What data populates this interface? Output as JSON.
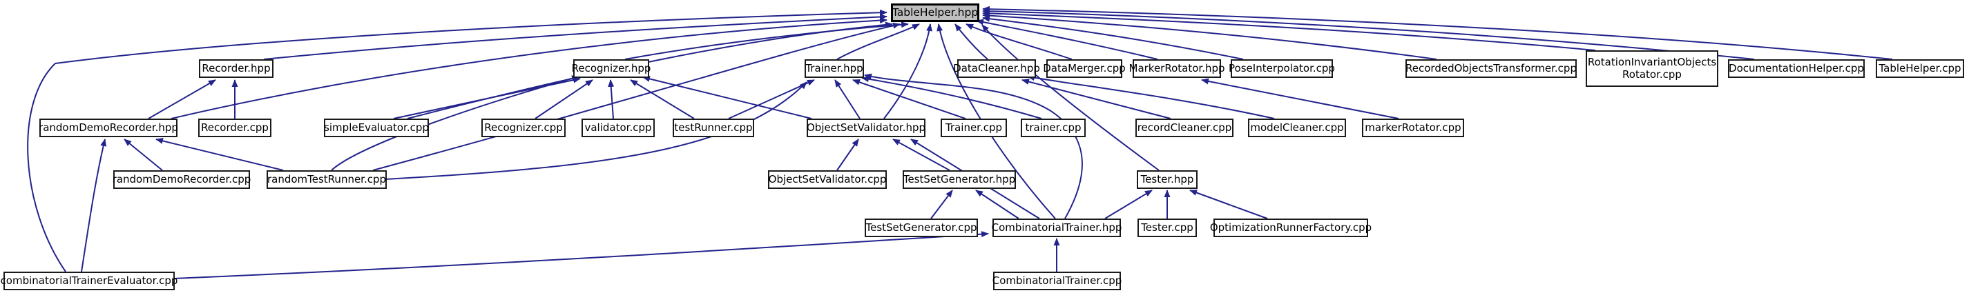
{
  "diagram": {
    "type": "include-dependency-graph",
    "root": "TableHelper.hpp",
    "edge_color": "#23238c",
    "root_fill": "#bfbfbf",
    "node_fill": "#ffffff",
    "node_border": "#1a1a1a"
  },
  "nodes": {
    "root": {
      "label": "TableHelper.hpp"
    },
    "recorderHpp": {
      "label": "Recorder.hpp"
    },
    "recognizerHpp": {
      "label": "Recognizer.hpp"
    },
    "trainerHpp": {
      "label": "Trainer.hpp"
    },
    "dataCleanerHpp": {
      "label": "DataCleaner.hpp"
    },
    "dataMergerCpp": {
      "label": "DataMerger.cpp"
    },
    "markerRotatorHpp": {
      "label": "MarkerRotator.hpp"
    },
    "poseInterpolatorCpp": {
      "label": "PoseInterpolator.cpp"
    },
    "recordedObjectsTransformerCpp": {
      "label": "RecordedObjectsTransformer.cpp"
    },
    "rotationInvariantObjectsRotatorCpp": {
      "label": "RotationInvariantObjects\nRotator.cpp"
    },
    "documentationHelperCpp": {
      "label": "DocumentationHelper.cpp"
    },
    "tableHelperCpp": {
      "label": "TableHelper.cpp"
    },
    "randomDemoRecorderHpp": {
      "label": "randomDemoRecorder.hpp"
    },
    "recorderCpp": {
      "label": "Recorder.cpp"
    },
    "simpleEvaluatorCpp": {
      "label": "simpleEvaluator.cpp"
    },
    "recognizerCpp": {
      "label": "Recognizer.cpp"
    },
    "validatorCpp": {
      "label": "validator.cpp"
    },
    "testRunnerCpp": {
      "label": "testRunner.cpp"
    },
    "objectSetValidatorHpp": {
      "label": "ObjectSetValidator.hpp"
    },
    "trainerCpp": {
      "label": "Trainer.cpp"
    },
    "trainerCpp2": {
      "label": "trainer.cpp"
    },
    "recordCleanerCpp": {
      "label": "recordCleaner.cpp"
    },
    "modelCleanerCpp": {
      "label": "modelCleaner.cpp"
    },
    "markerRotatorCpp": {
      "label": "markerRotator.cpp"
    },
    "randomDemoRecorderCpp": {
      "label": "randomDemoRecorder.cpp"
    },
    "randomTestRunnerCpp": {
      "label": "randomTestRunner.cpp"
    },
    "objectSetValidatorCpp": {
      "label": "ObjectSetValidator.cpp"
    },
    "testSetGeneratorHpp": {
      "label": "TestSetGenerator.hpp"
    },
    "testerHpp": {
      "label": "Tester.hpp"
    },
    "testSetGeneratorCpp": {
      "label": "TestSetGenerator.cpp"
    },
    "combinatorialTrainerHpp": {
      "label": "CombinatorialTrainer.hpp"
    },
    "testerCpp": {
      "label": "Tester.cpp"
    },
    "optimizationRunnerFactoryCpp": {
      "label": "OptimizationRunnerFactory.cpp"
    },
    "combinatorialTrainerEvaluatorCpp": {
      "label": "combinatorialTrainerEvaluator.cpp"
    },
    "combinatorialTrainerCpp": {
      "label": "CombinatorialTrainer.cpp"
    }
  },
  "edges": [
    {
      "from": "Recorder.hpp",
      "to": "TableHelper.hpp"
    },
    {
      "from": "randomDemoRecorder.hpp",
      "to": "TableHelper.hpp"
    },
    {
      "from": "simpleEvaluator.cpp",
      "to": "TableHelper.hpp"
    },
    {
      "from": "randomTestRunner.cpp",
      "to": "TableHelper.hpp"
    },
    {
      "from": "combinatorialTrainerEvaluator.cpp",
      "to": "TableHelper.hpp"
    },
    {
      "from": "Recognizer.hpp",
      "to": "TableHelper.hpp"
    },
    {
      "from": "Trainer.hpp",
      "to": "TableHelper.hpp"
    },
    {
      "from": "ObjectSetValidator.hpp",
      "to": "TableHelper.hpp"
    },
    {
      "from": "CombinatorialTrainer.hpp",
      "to": "TableHelper.hpp"
    },
    {
      "from": "DataCleaner.hpp",
      "to": "TableHelper.hpp"
    },
    {
      "from": "DataMerger.cpp",
      "to": "TableHelper.hpp"
    },
    {
      "from": "MarkerRotator.hpp",
      "to": "TableHelper.hpp"
    },
    {
      "from": "Tester.hpp",
      "to": "TableHelper.hpp"
    },
    {
      "from": "PoseInterpolator.cpp",
      "to": "TableHelper.hpp"
    },
    {
      "from": "RecordedObjectsTransformer.cpp",
      "to": "TableHelper.hpp"
    },
    {
      "from": "RotationInvariantObjectsRotator.cpp",
      "to": "TableHelper.hpp"
    },
    {
      "from": "DocumentationHelper.cpp",
      "to": "TableHelper.hpp"
    },
    {
      "from": "TableHelper.cpp",
      "to": "TableHelper.hpp"
    },
    {
      "from": "randomDemoRecorder.hpp",
      "to": "Recorder.hpp"
    },
    {
      "from": "Recorder.cpp",
      "to": "Recorder.hpp"
    },
    {
      "from": "randomDemoRecorder.cpp",
      "to": "randomDemoRecorder.hpp"
    },
    {
      "from": "randomTestRunner.cpp",
      "to": "randomDemoRecorder.hpp"
    },
    {
      "from": "combinatorialTrainerEvaluator.cpp",
      "to": "randomDemoRecorder.hpp"
    },
    {
      "from": "simpleEvaluator.cpp",
      "to": "Recognizer.hpp"
    },
    {
      "from": "randomTestRunner.cpp",
      "to": "Recognizer.hpp"
    },
    {
      "from": "Recognizer.cpp",
      "to": "Recognizer.hpp"
    },
    {
      "from": "validator.cpp",
      "to": "Recognizer.hpp"
    },
    {
      "from": "testRunner.cpp",
      "to": "Recognizer.hpp"
    },
    {
      "from": "ObjectSetValidator.hpp",
      "to": "Recognizer.hpp"
    },
    {
      "from": "testRunner.cpp",
      "to": "Trainer.hpp"
    },
    {
      "from": "randomTestRunner.cpp",
      "to": "Trainer.hpp"
    },
    {
      "from": "ObjectSetValidator.hpp",
      "to": "Trainer.hpp"
    },
    {
      "from": "Trainer.cpp",
      "to": "Trainer.hpp"
    },
    {
      "from": "trainer.cpp",
      "to": "Trainer.hpp"
    },
    {
      "from": "CombinatorialTrainer.hpp",
      "to": "Trainer.hpp"
    },
    {
      "from": "ObjectSetValidator.cpp",
      "to": "ObjectSetValidator.hpp"
    },
    {
      "from": "TestSetGenerator.hpp",
      "to": "ObjectSetValidator.hpp"
    },
    {
      "from": "CombinatorialTrainer.hpp",
      "to": "ObjectSetValidator.hpp"
    },
    {
      "from": "TestSetGenerator.cpp",
      "to": "TestSetGenerator.hpp"
    },
    {
      "from": "CombinatorialTrainer.hpp",
      "to": "TestSetGenerator.hpp"
    },
    {
      "from": "CombinatorialTrainer.hpp",
      "to": "Tester.hpp"
    },
    {
      "from": "Tester.cpp",
      "to": "Tester.hpp"
    },
    {
      "from": "OptimizationRunnerFactory.cpp",
      "to": "Tester.hpp"
    },
    {
      "from": "CombinatorialTrainer.cpp",
      "to": "CombinatorialTrainer.hpp"
    },
    {
      "from": "combinatorialTrainerEvaluator.cpp",
      "to": "CombinatorialTrainer.hpp"
    },
    {
      "from": "recordCleaner.cpp",
      "to": "DataCleaner.hpp"
    },
    {
      "from": "modelCleaner.cpp",
      "to": "DataCleaner.hpp"
    },
    {
      "from": "markerRotator.cpp",
      "to": "MarkerRotator.hpp"
    }
  ]
}
